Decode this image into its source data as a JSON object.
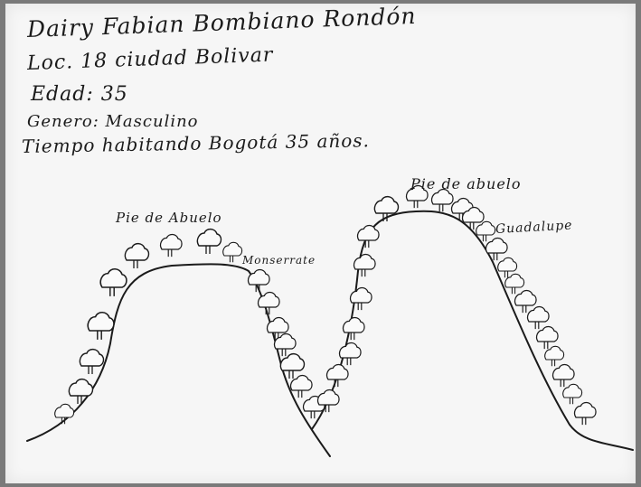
{
  "header": {
    "name": "Dairy Fabian Bombiano Rondón",
    "locality": "Loc. 18 ciudad Bolivar",
    "age": "Edad: 35",
    "gender": "Genero: Masculino",
    "residence": "Tiempo habitando Bogotá 35 años."
  },
  "drawing": {
    "left_peak_label": "Pie de Abuelo",
    "left_side_label": "Monserrate",
    "right_peak_label": "Pie de abuelo",
    "right_side_label": "Guadalupe",
    "icons": [
      "mountain-outline",
      "shrub-tree"
    ]
  }
}
